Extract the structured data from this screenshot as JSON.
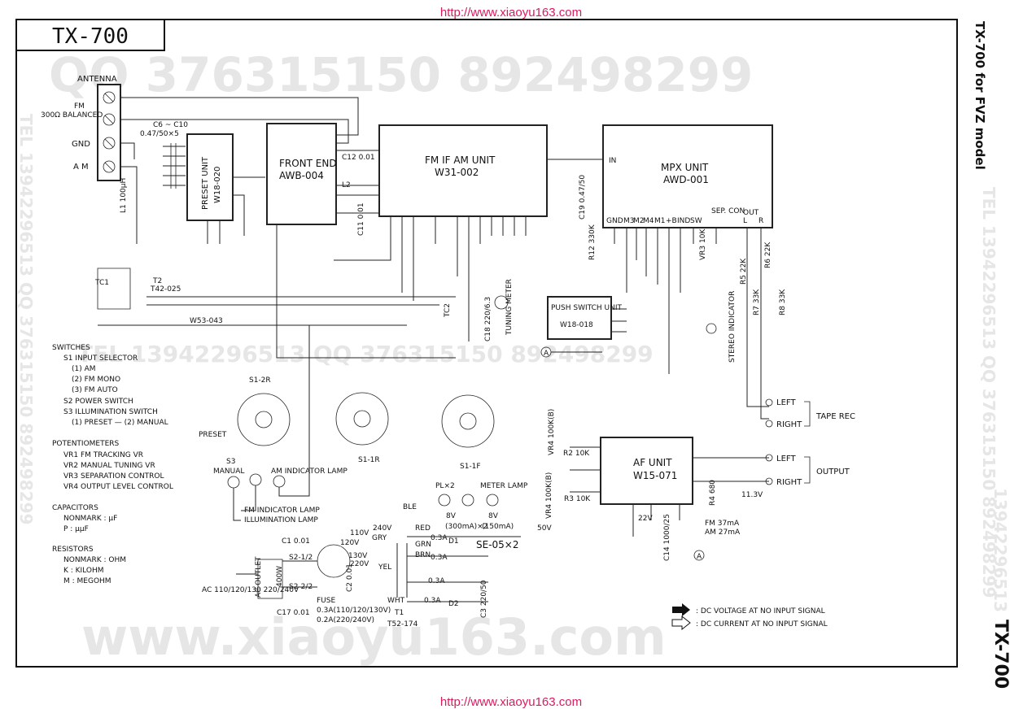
{
  "header": {
    "url_top": "http://www.xiaoyu163.com",
    "url_bottom": "http://www.xiaoyu163.com"
  },
  "title_box": "TX-700",
  "side_title": "TX-700 for FVZ model",
  "side_model": "TX-700",
  "watermarks": {
    "qq_line": "QQ 376315150        892498299",
    "tel_line": "TEL 13942296513    QQ 376315150    892498299",
    "site_line": "www.xiaoyu163.com",
    "right_vertical_1": "TEL 13942296513 QQ 376315150 892498299",
    "right_vertical_2": "13942296513",
    "left_vertical": "TEL 13942296513 QQ 376315150 892498299"
  },
  "antenna": {
    "label": "ANTENNA",
    "fm": "FM",
    "balanced": "300Ω BALANCED",
    "gnd": "GND",
    "am": "A M"
  },
  "blocks": {
    "preset": {
      "name": "PRESET UNIT",
      "code": "W18-020"
    },
    "front_end": {
      "name": "FRONT END",
      "code": "AWB-004"
    },
    "fm_if": {
      "name": "FM IF AM UNIT",
      "code": "W31-002"
    },
    "mpx": {
      "name": "MPX UNIT",
      "code": "AWD-001"
    },
    "push_switch": {
      "name": "PUSH SWITCH UNIT",
      "code": "W18-018"
    },
    "af_unit": {
      "name": "AF UNIT",
      "code": "W15-071"
    }
  },
  "components": {
    "c6c10": "C6 ~ C10",
    "c6c10_val": "0.47/50×5",
    "l1": "L1 100μH",
    "tc1": "TC1",
    "t2": "T2",
    "t2_code": "T42-025",
    "w53": "W53-043",
    "c12": "C12 0.01",
    "c11": "C11 0.01",
    "l2": "L2",
    "c19": "C19 0.47/50",
    "r12": "R12 330K",
    "tc2": "TC2",
    "c18": "C18 220/6.3",
    "tuning_meter": "TUNING METER",
    "vr3": "VR3 10K",
    "r5": "R5 22K",
    "r6": "R6 22K",
    "r7": "R7 33K",
    "r8": "R8 33K",
    "stereo_indicator": "STEREO INDICATOR",
    "vr4a": "VR4 100K(B)",
    "vr4b": "VR4 100K(B)",
    "r2": "R2 10K",
    "r3": "R3 10K",
    "r4": "R4 680",
    "c14": "C14 1000/25",
    "c1": "C1 0.01",
    "c17": "C17 0.01",
    "c2": "C2 0.01",
    "c3": "C3 220/50",
    "s2": "S2-1/2",
    "s2b": "S2-2/2",
    "ac_outlet": "AC OUTLET",
    "ac_outlet_val": "400W",
    "fuse": "FUSE",
    "fuse_val1": "0.3A(110/120/130V)",
    "fuse_val2": "0.2A(220/240V)",
    "t1": "T1",
    "t1_code": "T52-174",
    "se05": "SE-05×2",
    "pl": "PL×2",
    "meter_lamp": "METER LAMP",
    "ac_in": "AC 110/120/130 220/240V",
    "d1": "D1",
    "d2": "D2"
  },
  "mpx_pins": {
    "gnd": "GND",
    "m1": "M1",
    "m2": "M2",
    "m3": "M3",
    "m4": "M4",
    "plusb": "+B",
    "ind": "IND",
    "sw": "SW",
    "sep": "SEP. CON",
    "out": "OUT",
    "l": "L",
    "r": "R",
    "in": "IN"
  },
  "voltages": {
    "v50": "50V",
    "v11_3": "11.3V",
    "v22": "22V",
    "fm_current": "FM 37mA",
    "am_current": "AM 27mA",
    "v8a": "8V",
    "v8b": "8V",
    "ma300": "(300mA)×2",
    "ma150": "(150mA)",
    "a03_1": "0.3A",
    "a03_2": "0.3A",
    "a03_3": "0.3A",
    "a03_4": "0.3A",
    "v110": "110V",
    "v120": "120V",
    "v130": "130V",
    "v220": "220V",
    "v240": "240V"
  },
  "wire_colors": {
    "ble": "BLE",
    "red": "RED",
    "grn": "GRN",
    "brn": "BRN",
    "wht": "WHT",
    "gry": "GRY",
    "yel": "YEL"
  },
  "switch_labels": {
    "s1_2r": "S1-2R",
    "s1_1r": "S1-1R",
    "s1_1f": "S1-1F",
    "s3": "S3",
    "preset": "PRESET",
    "manual": "MANUAL",
    "am_ind": "AM INDICATOR LAMP",
    "fm_ind": "FM INDICATOR LAMP",
    "illum": "ILLUMINATION LAMP"
  },
  "outputs": {
    "left1": "LEFT",
    "right1": "RIGHT",
    "tape_rec": "TAPE REC",
    "left2": "LEFT",
    "right2": "RIGHT",
    "output": "OUTPUT"
  },
  "legend_left": {
    "switches": {
      "heading": "SWITCHES",
      "items": [
        "S1   INPUT SELECTOR",
        "(1)  AM",
        "(2)  FM MONO",
        "(3)  FM AUTO",
        "S2   POWER SWITCH",
        "S3   ILLUMINATION SWITCH",
        "(1) PRESET — (2) MANUAL"
      ]
    },
    "potentiometers": {
      "heading": "POTENTIOMETERS",
      "items": [
        "VR1  FM TRACKING VR",
        "VR2  MANUAL TUNING VR",
        "VR3  SEPARATION CONTROL",
        "VR4  OUTPUT LEVEL CONTROL"
      ]
    },
    "capacitors": {
      "heading": "CAPACITORS",
      "items": [
        "NONMARK : μF",
        "P         : μμF"
      ]
    },
    "resistors": {
      "heading": "RESISTORS",
      "items": [
        "NONMARK : OHM",
        "K          : KILOHM",
        "M          : MEGOHM"
      ]
    }
  },
  "legend_right": {
    "dc_voltage": ": DC VOLTAGE AT NO INPUT SIGNAL",
    "dc_current": ": DC CURRENT AT NO INPUT SIGNAL"
  },
  "connectors": {
    "a1": "A",
    "a2": "A"
  }
}
